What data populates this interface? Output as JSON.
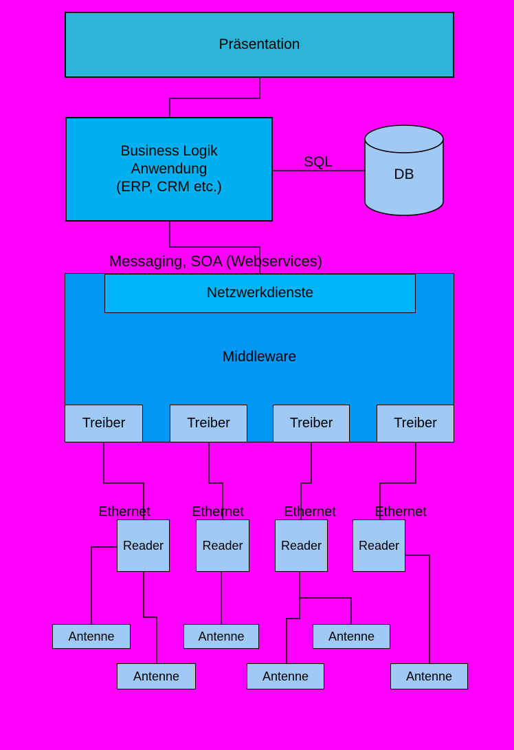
{
  "diagram": {
    "presentation": {
      "label": "Präsentation"
    },
    "business_logic": {
      "lines": [
        "Business Logik",
        "Anwendung",
        "(ERP, CRM etc.)"
      ]
    },
    "sql": {
      "label": "SQL"
    },
    "db": {
      "label": "DB"
    },
    "messaging": {
      "label": "Messaging, SOA (Webservices)"
    },
    "network_services": {
      "label": "Netzwerkdienste"
    },
    "middleware": {
      "label": "Middleware"
    },
    "treiber": {
      "labels": [
        "Treiber",
        "Treiber",
        "Treiber",
        "Treiber"
      ]
    },
    "ethernet": {
      "labels": [
        "Ethernet",
        "Ethernet",
        "Ethernet",
        "Ethernet"
      ]
    },
    "reader": {
      "labels": [
        "Reader",
        "Reader",
        "Reader",
        "Reader"
      ]
    },
    "antenne": {
      "labels": [
        "Antenne",
        "Antenne",
        "Antenne",
        "Antenne",
        "Antenne",
        "Antenne"
      ]
    }
  },
  "colors": {
    "background": "#ff00ff",
    "presentation_fill": "#2ab4d8",
    "application_fill": "#00b0f0",
    "network_services_fill": "#00b4fa",
    "middleware_fill": "#0296f5",
    "device_fill": "#a0c9f5",
    "line": "#000000"
  }
}
